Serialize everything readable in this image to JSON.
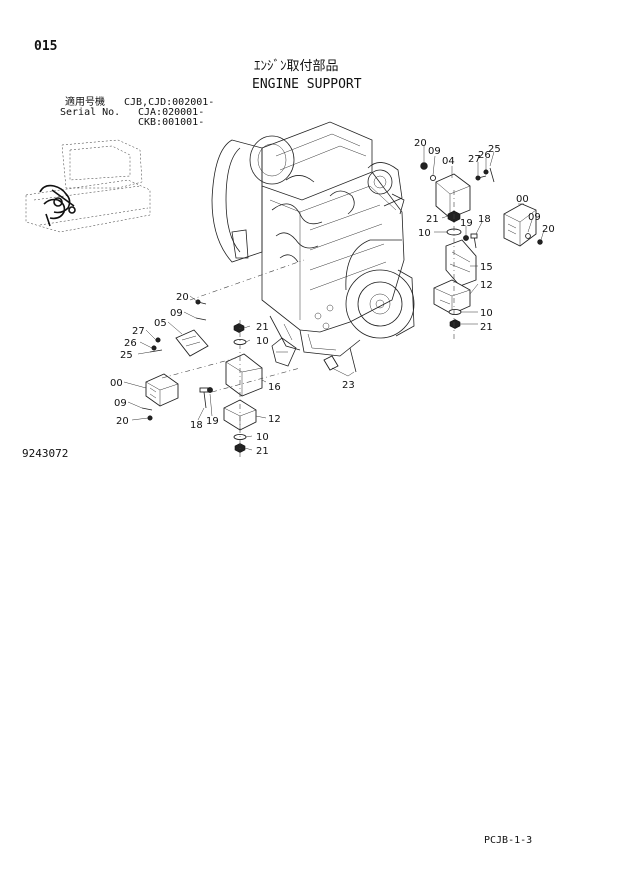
{
  "page_number": "015",
  "title_jp": "ｴﾝｼﾞﾝ取付部品",
  "title_en": "ENGINE SUPPORT",
  "serial": {
    "label_jp": "適用号機",
    "label_en": "Serial No.",
    "line1": "CJB,CJD:002001-",
    "line2": "CJA:020001-",
    "line3": "CKB:001001-"
  },
  "drawing_number": "9243072",
  "page_ref": "PCJB-1-3",
  "callouts": [
    "20",
    "09",
    "04",
    "27",
    "26",
    "25",
    "00",
    "09",
    "20",
    "21",
    "19",
    "18",
    "10",
    "15",
    "12",
    "10",
    "21",
    "20",
    "09",
    "05",
    "27",
    "26",
    "25",
    "21",
    "10",
    "16",
    "00",
    "09",
    "20",
    "18",
    "19",
    "12",
    "10",
    "21",
    "23"
  ]
}
